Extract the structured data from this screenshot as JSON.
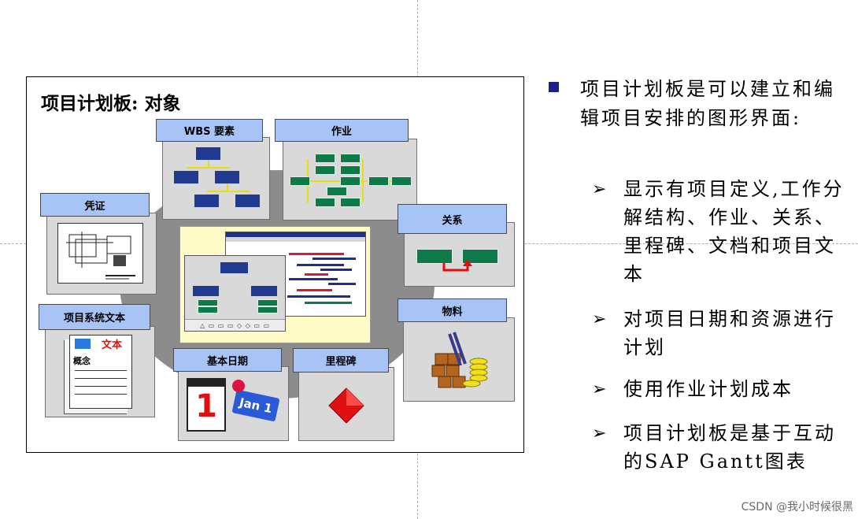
{
  "diagram": {
    "title": "项目计划板: 对象",
    "labels": {
      "wbs": "WBS 要素",
      "activity": "作业",
      "document": "凭证",
      "relationship": "关系",
      "ps_text": "项目系统文本",
      "material": "物料",
      "basic_date": "基本日期",
      "milestone": "里程碑"
    },
    "text_icon_word": "文本",
    "text_icon_concept": "概念",
    "calendar_digit": "1",
    "calendar_tag": "Jan 1",
    "toolbar_glyphs": "△ ▭ ▭ ▭ ◇ ◇ ▭ ▭"
  },
  "bullets": {
    "main": "项目计划板是可以建立和编辑项目安排的图形界面:",
    "sub": [
      "显示有项目定义,工作分解结构、作业、关系、里程碑、文档和项目文本",
      "对项目日期和资源进行计划",
      "使用作业计划成本",
      "项目计划板是基于互动的SAP Gantt图表"
    ]
  },
  "watermark": "CSDN @我小时候很黑",
  "colors": {
    "label_blue": "#a8c4f6",
    "node_blue": "#1f3a8f",
    "node_green": "#0e7a4a",
    "connector_yellow": "#e8dd10",
    "bullet_square": "#1f1f8f"
  }
}
